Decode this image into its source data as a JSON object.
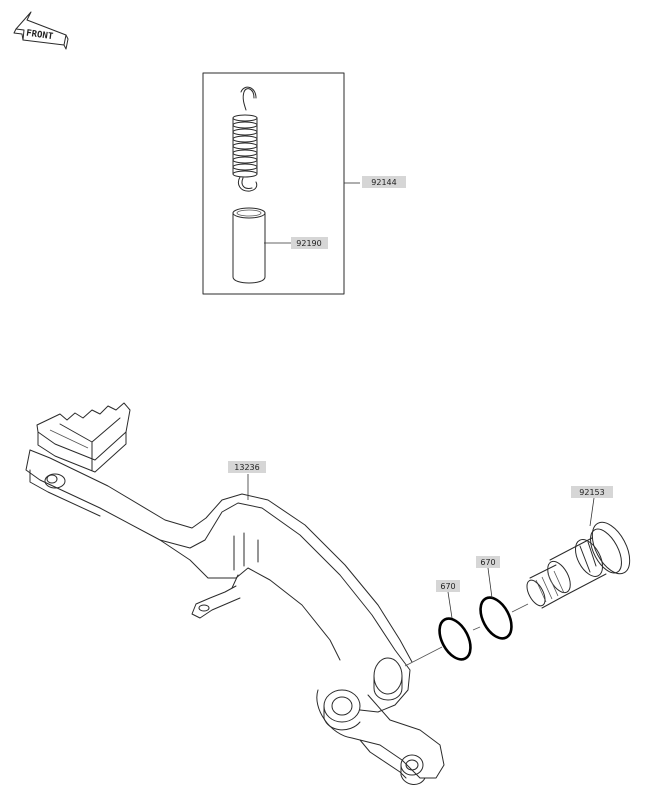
{
  "front_label": "FRONT",
  "parts": [
    {
      "id": "spring-kit",
      "number": "92144"
    },
    {
      "id": "collar",
      "number": "92190"
    },
    {
      "id": "brake-pedal",
      "number": "13236"
    },
    {
      "id": "o-ring-1",
      "number": "670"
    },
    {
      "id": "o-ring-2",
      "number": "670"
    },
    {
      "id": "pivot-shaft",
      "number": "92153"
    }
  ]
}
